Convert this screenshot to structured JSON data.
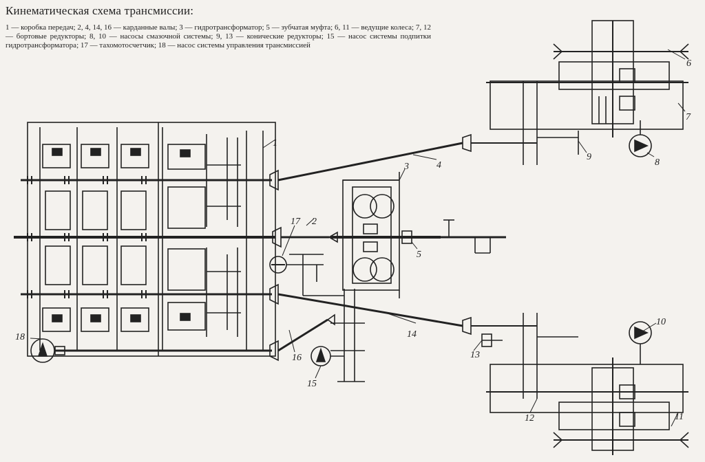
{
  "title": "Кинематическая схема трансмиссии:",
  "legend": "1 — коробка передач; 2, 4, 14, 16 — карданные валы; 3 — гидротрансформатор; 5 — зубчатая муфта; 6, 11 — ведущие колеса; 7, 12 — бортовые редукторы; 8, 10 — насосы смазочной системы; 9, 13 — конические редукторы; 15 — насос системы подпитки гидротрансформатора; 17 — тахомотосчетчик; 18 — насос системы управления трансмиссией",
  "diagram": {
    "labels": {
      "l1": "1",
      "l2": "2",
      "l3": "3",
      "l4": "4",
      "l5": "5",
      "l6": "6",
      "l7": "7",
      "l8": "8",
      "l9": "9",
      "l10": "10",
      "l11": "11",
      "l12": "12",
      "l13": "13",
      "l14": "14",
      "l15": "15",
      "l16": "16",
      "l17": "17",
      "l18": "18"
    }
  }
}
